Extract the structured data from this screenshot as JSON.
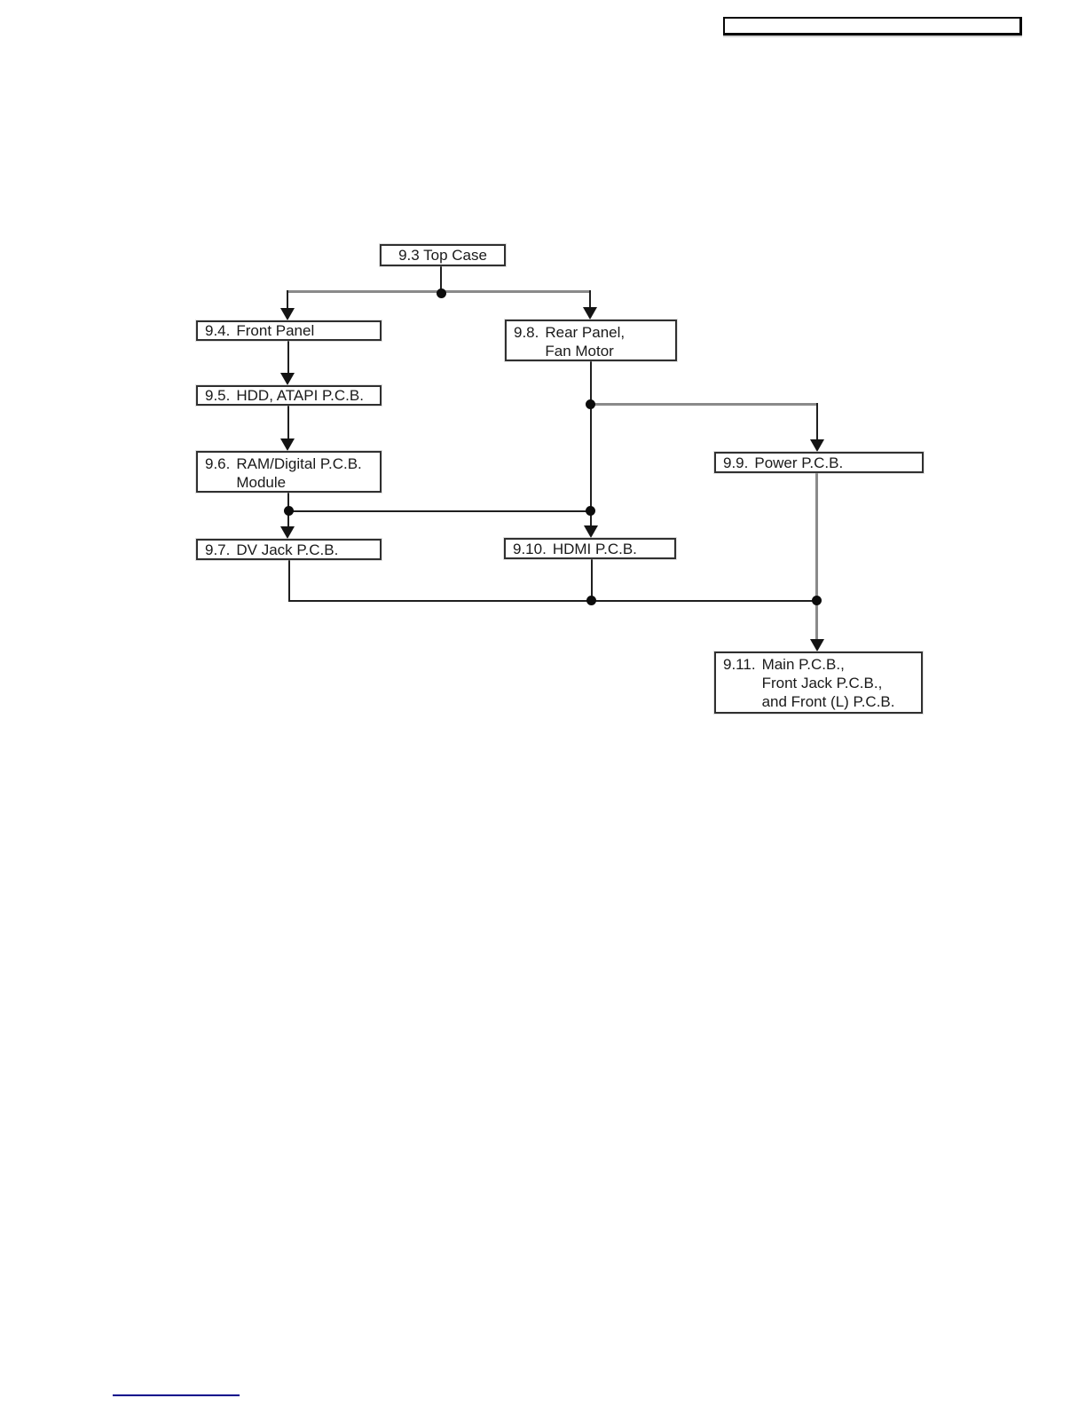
{
  "document": {
    "header_note_box": {
      "text": ""
    },
    "footer_link": {
      "text": ""
    }
  },
  "colors": {
    "background": "#ffffff",
    "text": "#1a1a1a",
    "box_border": "#303030",
    "line_black": "#1f1f1f",
    "line_gray": "#8a8a8a",
    "junction_dot": "#0c0c0c",
    "footer_link_underline": "#00008b"
  },
  "flowchart": {
    "nodes": [
      {
        "id": "9.3",
        "prefix": "",
        "lines": [
          "9.3 Top Case"
        ]
      },
      {
        "id": "9.4",
        "prefix": "9.4.",
        "lines": [
          "Front Panel"
        ]
      },
      {
        "id": "9.5",
        "prefix": "9.5.",
        "lines": [
          "HDD, ATAPI P.C.B."
        ]
      },
      {
        "id": "9.6",
        "prefix": "9.6.",
        "lines": [
          "RAM/Digital P.C.B.",
          "Module"
        ]
      },
      {
        "id": "9.7",
        "prefix": "9.7.",
        "lines": [
          "DV Jack P.C.B."
        ]
      },
      {
        "id": "9.8",
        "prefix": "9.8.",
        "lines": [
          "Rear Panel,",
          "Fan Motor"
        ]
      },
      {
        "id": "9.9",
        "prefix": "9.9.",
        "lines": [
          "Power P.C.B."
        ]
      },
      {
        "id": "9.10",
        "prefix": "9.10.",
        "lines": [
          "HDMI P.C.B."
        ]
      },
      {
        "id": "9.11",
        "prefix": "9.11.",
        "lines": [
          "Main P.C.B.,",
          "Front Jack P.C.B.,",
          "and Front (L) P.C.B."
        ]
      }
    ]
  }
}
